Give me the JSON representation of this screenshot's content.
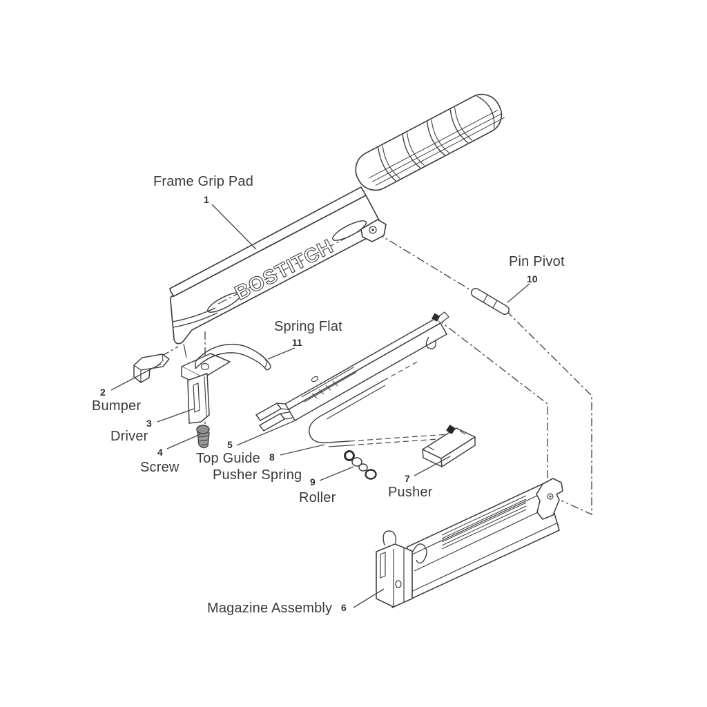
{
  "diagram": {
    "brand_logo": "BOSTITCH",
    "colors": {
      "line": "#404040",
      "text": "#3a3a3a",
      "background": "#ffffff"
    },
    "parts": [
      {
        "number": "1",
        "label": "Frame Grip Pad"
      },
      {
        "number": "2",
        "label": "Bumper"
      },
      {
        "number": "3",
        "label": "Driver"
      },
      {
        "number": "4",
        "label": "Screw"
      },
      {
        "number": "5",
        "label": "Top Guide"
      },
      {
        "number": "6",
        "label": "Magazine Assembly"
      },
      {
        "number": "7",
        "label": "Pusher"
      },
      {
        "number": "8",
        "label": "Pusher Spring"
      },
      {
        "number": "9",
        "label": "Roller"
      },
      {
        "number": "10",
        "label": "Pin Pivot"
      },
      {
        "number": "11",
        "label": "Spring Flat"
      }
    ]
  }
}
